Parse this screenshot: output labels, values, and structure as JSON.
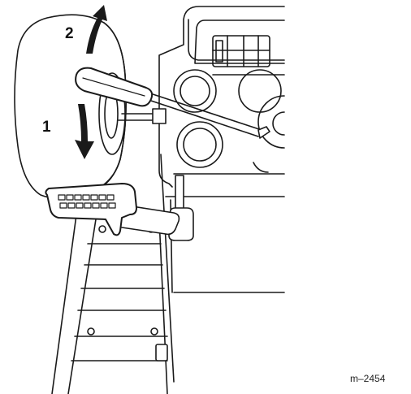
{
  "callouts": {
    "step_1": "1",
    "step_2": "2"
  },
  "figure_id": "m–2454",
  "colors": {
    "line": "#1a1a1a",
    "fill": "#ffffff",
    "arrow": "#1a1a1a"
  },
  "icons": {
    "main": "wheel-and-dashboard-illustration",
    "tool": "screwdriver-icon",
    "lever": "pedal-lever-icon",
    "arrow_down": "curved-arrow-down-icon",
    "arrow_up": "curved-arrow-up-icon"
  }
}
